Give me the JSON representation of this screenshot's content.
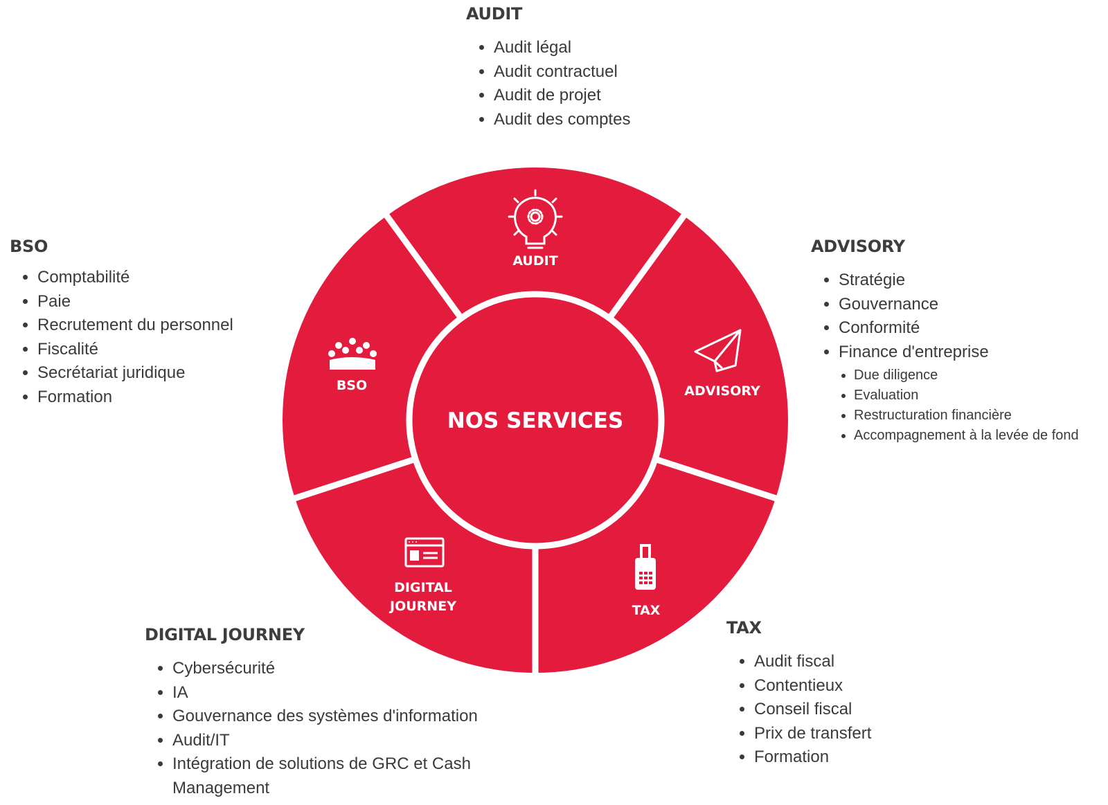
{
  "center": {
    "title": "NOS SERVICES"
  },
  "colors": {
    "segment": "#e31b3d",
    "separator": "#ffffff",
    "heading": "#3d3d3d",
    "text": "#3a3a3a"
  },
  "segments": [
    {
      "key": "audit",
      "label": "AUDIT",
      "icon": "lightbulb-gear-icon"
    },
    {
      "key": "advisory",
      "label": "ADVISORY",
      "icon": "paper-plane-icon"
    },
    {
      "key": "tax",
      "label": "TAX",
      "icon": "payment-terminal-icon"
    },
    {
      "key": "digital",
      "label_lines": [
        "DIGITAL",
        "JOURNEY"
      ],
      "icon": "browser-window-icon"
    },
    {
      "key": "bso",
      "label": "BSO",
      "icon": "team-meeting-icon"
    }
  ],
  "services": {
    "audit": {
      "title": "AUDIT",
      "items": [
        "Audit légal",
        "Audit contractuel",
        "Audit de projet",
        "Audit des comptes"
      ]
    },
    "advisory": {
      "title": "ADVISORY",
      "items": [
        "Stratégie",
        "Gouvernance",
        "Conformité",
        "Finance d'entreprise"
      ],
      "subitems": [
        "Due diligence",
        "Evaluation",
        "Restructuration financière",
        "Accompagnement à la levée de fond"
      ]
    },
    "bso": {
      "title": "BSO",
      "items": [
        "Comptabilité",
        "Paie",
        "Recrutement du personnel",
        "Fiscalité",
        "Secrétariat juridique",
        "Formation"
      ]
    },
    "tax": {
      "title": "TAX",
      "items": [
        "Audit fiscal",
        "Contentieux",
        "Conseil fiscal",
        "Prix de transfert",
        "Formation"
      ]
    },
    "digital": {
      "title": "DIGITAL JOURNEY",
      "items": [
        "Cybersécurité",
        "IA",
        "Gouvernance des systèmes d'information",
        "Audit/IT",
        "Intégration de solutions de GRC et Cash Management"
      ]
    }
  }
}
